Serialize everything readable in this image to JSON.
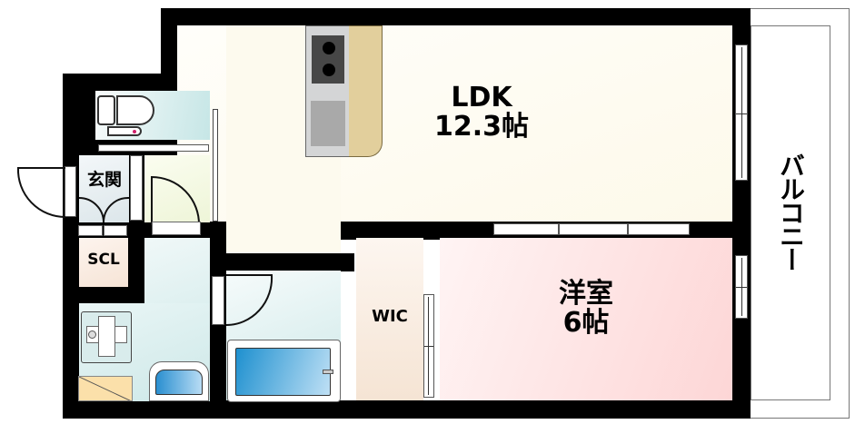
{
  "floor_plan": {
    "rooms": [
      {
        "id": "ldk",
        "name": "LDK",
        "size": "12.3帖"
      },
      {
        "id": "western",
        "name": "洋室",
        "size": "6帖"
      },
      {
        "id": "wic",
        "name": "WIC"
      },
      {
        "id": "entrance",
        "name": "玄関"
      },
      {
        "id": "scl",
        "name": "SCL"
      },
      {
        "id": "balcony",
        "name": "バルコニー"
      }
    ],
    "fixtures": [
      "toilet",
      "kitchen-stove",
      "kitchen-counter",
      "washer-pan",
      "washbasin",
      "bathtub"
    ],
    "colors": {
      "wall": "#000000",
      "ldk_floor": "#fdfaee",
      "western_floor": "#fde0e0",
      "wet_area": "#d8eef0",
      "wic_floor": "#f8e6d8",
      "counter": "#e2cf9c"
    }
  }
}
